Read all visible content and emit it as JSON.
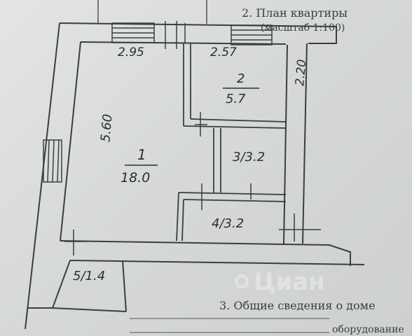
{
  "header": {
    "title": "2. План квартиры",
    "scale": "(масштаб 1:100)"
  },
  "dimensions": {
    "room1_width": "2.95",
    "room2_width": "2.57",
    "room2_height": "2.20",
    "room1_height": "5.60"
  },
  "rooms": [
    {
      "number": "1",
      "area": "18.0"
    },
    {
      "number": "2",
      "area": "5.7"
    },
    {
      "label": "3/3.2"
    },
    {
      "label": "4/3.2"
    },
    {
      "label": "5/1.4"
    }
  ],
  "footer": {
    "section": "3. Общие сведения о доме",
    "field": "оборудование"
  },
  "watermark": "Циан",
  "colors": {
    "paper": "#dcdedd",
    "ink": "#2c2f33",
    "wall": "#cfd1d0"
  }
}
